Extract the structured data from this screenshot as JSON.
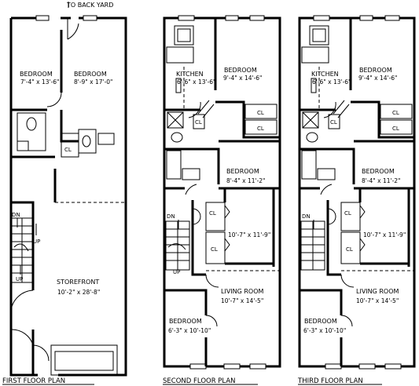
{
  "first_floor": {
    "caption": "FIRST FLOOR PLAN",
    "to_back_yard": "TO BACK YARD",
    "bedroom_1": {
      "name": "BEDROOM",
      "dim": "7'-4\" x 13'-6\""
    },
    "bedroom_2": {
      "name": "BEDROOM",
      "dim": "8'-9\" x 17'-0\""
    },
    "closet": "CL",
    "stair_dn": "DN",
    "stair_up_1": "UP",
    "stair_up_2": "UP",
    "storefront": {
      "name": "STOREFRONT",
      "dim": "10'-2\" x 28'-8\""
    }
  },
  "second_floor": {
    "caption": "SECOND FLOOR PLAN",
    "kitchen": {
      "name": "KITCHEN",
      "dim": "6'-6\" x 13'-6\""
    },
    "bedroom_rear": {
      "name": "BEDROOM",
      "dim": "9'-4\" x 14'-6\""
    },
    "cl_1": "CL",
    "cl_2": "CL",
    "cl_3": "CL",
    "cl_4": "CL",
    "cl_5": "CL",
    "bedroom_mid": {
      "name": "BEDROOM",
      "dim": "8'-4\" x 11'-2\""
    },
    "room_mid": {
      "dim": "10'-7\" x 11'-9\""
    },
    "stair_dn": "DN",
    "stair_up": "UP",
    "living": {
      "name": "LIVING ROOM",
      "dim": "10'-7\" x 14'-5\""
    },
    "bedroom_front": {
      "name": "BEDROOM",
      "dim": "6'-3\" x 10'-10\""
    }
  },
  "third_floor": {
    "caption": "THIRD FLOOR PLAN",
    "kitchen": {
      "name": "KITCHEN",
      "dim": "6'-6\" x 13'-6\""
    },
    "bedroom_rear": {
      "name": "BEDROOM",
      "dim": "9'-4\" x 14'-6\""
    },
    "cl_1": "CL",
    "cl_2": "CL",
    "cl_3": "CL",
    "cl_4": "CL",
    "cl_5": "CL",
    "bedroom_mid": {
      "name": "BEDROOM",
      "dim": "8'-4\" x 11'-2\""
    },
    "room_mid": {
      "dim": "10'-7\" x 11'-9\""
    },
    "stair_dn": "DN",
    "living": {
      "name": "LIVING ROOM",
      "dim": "10'-7\" x 14'-5\""
    },
    "bedroom_front": {
      "name": "BEDROOM",
      "dim": "6'-3\" x 10'-10\""
    }
  }
}
